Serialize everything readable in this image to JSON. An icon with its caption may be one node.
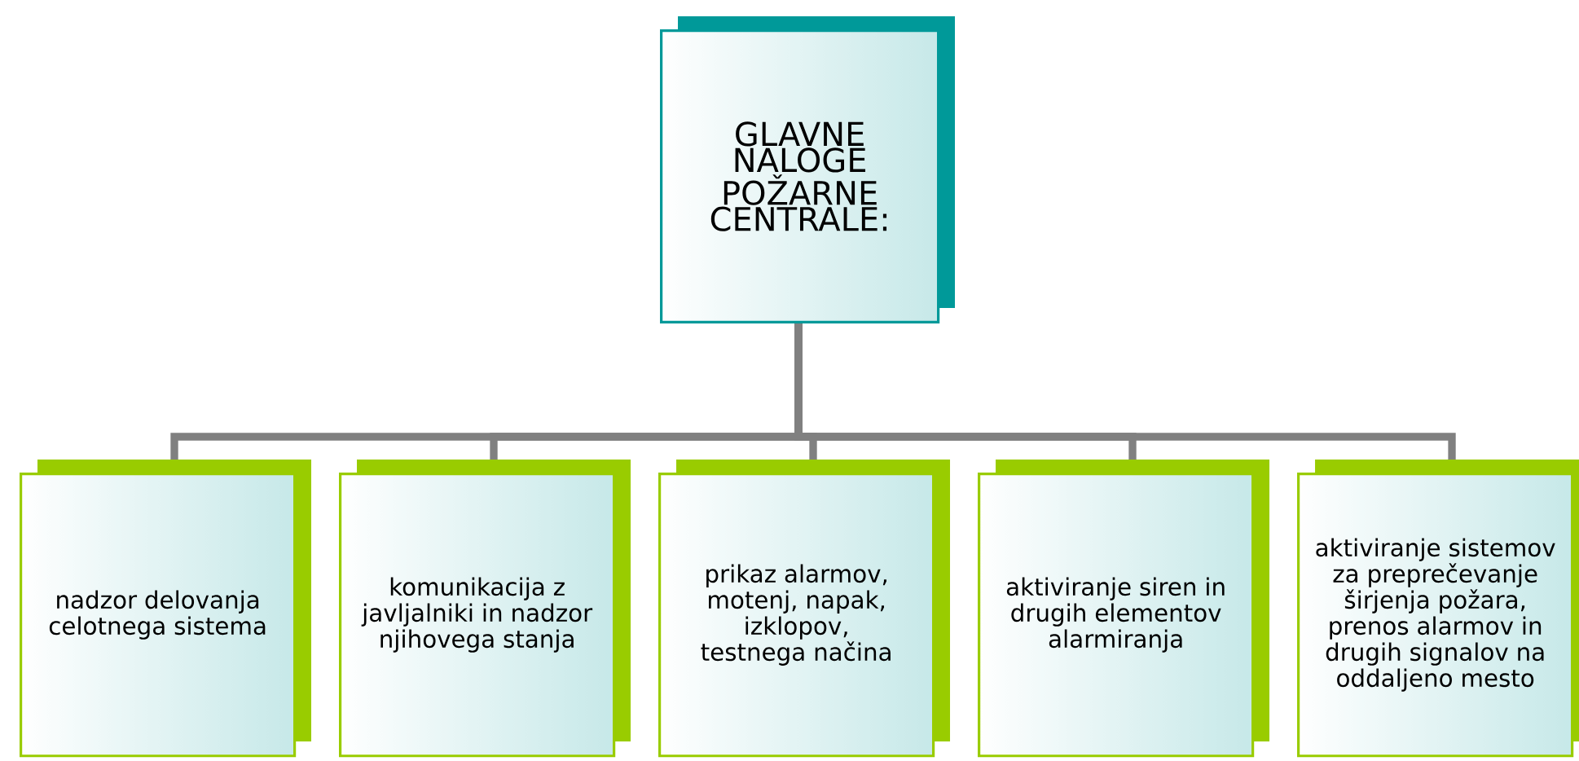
{
  "diagram": {
    "nodes": [
      {
        "text": [
          "GLAVNE NALOGE POŽARNE CENTRALE:"
        ]
      },
      {
        "text": [
          "nadzor delovanja celotnega sistema"
        ]
      },
      {
        "text": [
          "komunikacija z javljalniki in nadzor njihovega stanja"
        ]
      },
      {
        "text": [
          "prikaz alarmov, motenj, napak, izklopov, testnega načina"
        ]
      },
      {
        "text": [
          "aktiviranje siren in drugih elementov alarmiranja"
        ]
      },
      {
        "text": [
          "aktiviranje sistemov za preprečevanje širjenja požara, prenos alarmov in drugih signalov na oddaljeno mesto"
        ]
      }
    ],
    "edges": [
      {
        "from": 0,
        "to": 1,
        "arrow": "none"
      },
      {
        "from": 0,
        "to": 2,
        "arrow": "none"
      },
      {
        "from": 0,
        "to": 3,
        "arrow": "none"
      },
      {
        "from": 0,
        "to": 4,
        "arrow": "none"
      },
      {
        "from": 0,
        "to": 5,
        "arrow": "none"
      }
    ]
  }
}
